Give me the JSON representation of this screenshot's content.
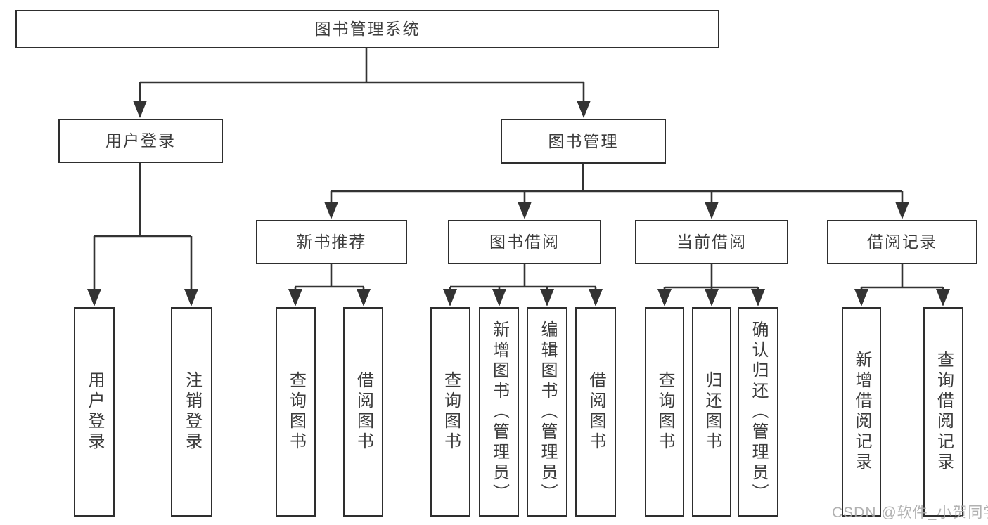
{
  "tree": {
    "label": "图书管理系统",
    "children": [
      {
        "label": "用户登录",
        "children": [
          {
            "label": "用户登录"
          },
          {
            "label": "注销登录"
          }
        ]
      },
      {
        "label": "图书管理",
        "children": [
          {
            "label": "新书推荐",
            "children": [
              {
                "label": "查询图书"
              },
              {
                "label": "借阅图书"
              }
            ]
          },
          {
            "label": "图书借阅",
            "children": [
              {
                "label": "查询图书"
              },
              {
                "label": "新增图书（管理员）"
              },
              {
                "label": "编辑图书（管理员）"
              },
              {
                "label": "借阅图书"
              }
            ]
          },
          {
            "label": "当前借阅",
            "children": [
              {
                "label": "查询图书"
              },
              {
                "label": "归还图书"
              },
              {
                "label": "确认归还（管理员）"
              }
            ]
          },
          {
            "label": "借阅记录",
            "children": [
              {
                "label": "新增借阅记录"
              },
              {
                "label": "查询借阅记录"
              }
            ]
          }
        ]
      }
    ]
  },
  "watermark": {
    "text": "CSDN @软件_小贺同学"
  },
  "colors": {
    "background": "#ffffff",
    "line": "#333333",
    "box_border": "#2e2e2e",
    "text": "#3c3c3c",
    "watermark": "#a9a9a9"
  }
}
